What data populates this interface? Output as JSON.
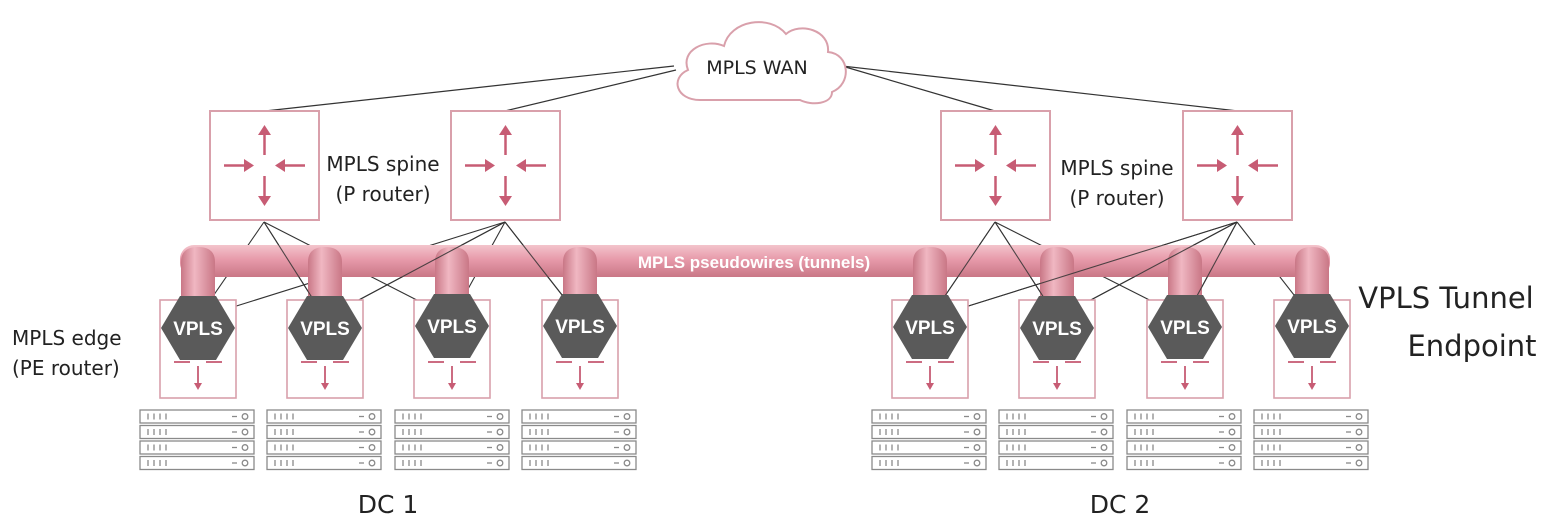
{
  "labels": {
    "wan": "MPLS WAN",
    "spine_left_line1": "MPLS spine",
    "spine_left_line2": "(P router)",
    "spine_right_line1": "MPLS spine",
    "spine_right_line2": "(P router)",
    "tunnel": "MPLS pseudowires (tunnels)",
    "edge_line1": "MPLS edge",
    "edge_line2": "(PE router)",
    "endpoint_line1": "VPLS Tunnel",
    "endpoint_line2": "Endpoint",
    "dc1": "DC 1",
    "dc2": "DC 2"
  },
  "vpls_nodes": [
    "VPLS",
    "VPLS",
    "VPLS",
    "VPLS",
    "VPLS",
    "VPLS",
    "VPLS",
    "VPLS"
  ],
  "icons": {
    "cloud": "cloud-icon",
    "spine_router": "router-arrows-icon",
    "edge_router": "router-arrows-icon",
    "server": "server-rack-icon",
    "tunnel": "tunnel-pipe-icon",
    "vpls": "hexagon-icon"
  },
  "colors": {
    "router_outline": "#d9a0ab",
    "arrow": "#c75c74",
    "tunnel": "#e8a0ae",
    "tunnel_shade": "#c97786",
    "vpls_hex": "#5a5a5a",
    "server_outline": "#8a8a8a",
    "link": "#333333"
  }
}
